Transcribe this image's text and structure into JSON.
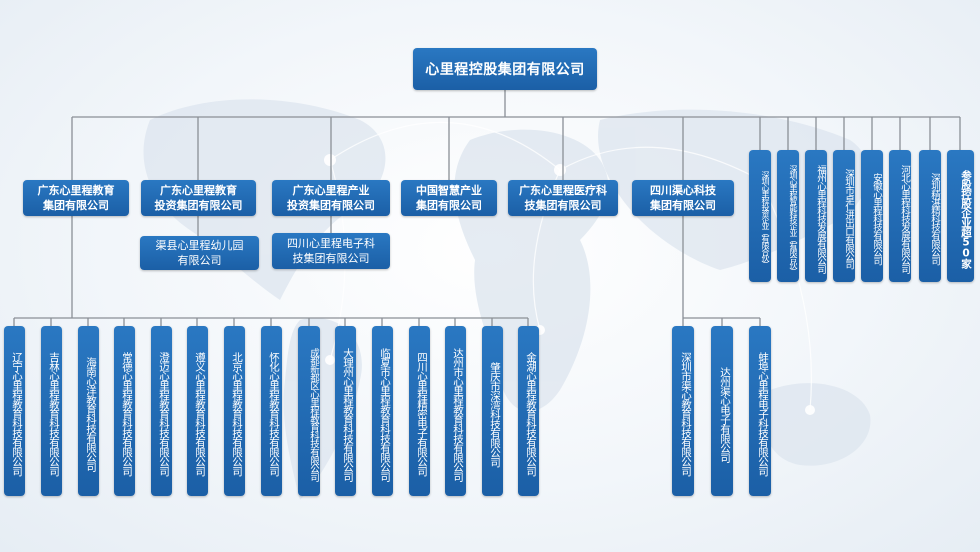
{
  "colors": {
    "node": "#1f66ad",
    "line": "#8a8f96",
    "background": "#eef3f8"
  },
  "root": "心里程控股集团有限公司",
  "groups": [
    {
      "name": "广东心里程教育\n集团有限公司"
    },
    {
      "name": "广东心里程教育\n投资集团有限公司"
    },
    {
      "name": "广东心里程产业\n投资集团有限公司"
    },
    {
      "name": "中国智慧产业\n集团有限公司"
    },
    {
      "name": "广东心里程医疗科\n技集团有限公司"
    },
    {
      "name": "四川渠心科技\n集团有限公司"
    }
  ],
  "group_children": [
    {
      "parent": "广东心里程教育投资集团有限公司",
      "name": "渠县心里程幼儿园\n有限公司"
    },
    {
      "parent": "广东心里程产业投资集团有限公司",
      "name": "四川心里程电子科\n技集团有限公司"
    }
  ],
  "right_companies": [
    "深圳心里程投资企业（有限合伙）",
    "深圳心里程智能科技企业（有限合伙）",
    "福州心里程科技发展有限公司",
    "深圳市卓仁进出口有限公司",
    "安徽心里程科技有限公司",
    "河北心里程科技发展有限公司",
    "深圳精湛精科技有限公司",
    "参股控股企业超50家"
  ],
  "education_subsidiaries": [
    "辽宁心里程教育科技有限公司",
    "吉林心里程教育科技有限公司",
    "海南心洋教育科技有限公司",
    "常德心里程教育科技有限公司",
    "澄迈心里程教育科技有限公司",
    "遵义心里程教育科技有限公司",
    "北京心里程教育科技有限公司",
    "怀化心里程教育科技有限公司",
    "成都新都区心里程教育科技有限公司",
    "大理州心里程教育科技有限公司",
    "临夏市心里程教育科技有限公司",
    "四川心里程精密电子有限公司",
    "达州市心里程教育科技有限公司",
    "肇庆市深湾科技有限公司",
    "金湖心里程教育科技有限公司"
  ],
  "sichuan_subsidiaries": [
    "深圳市渠心教育科技有限公司",
    "达州渠心电子有限公司",
    "蚌埠心里程电子科技有限公司"
  ]
}
